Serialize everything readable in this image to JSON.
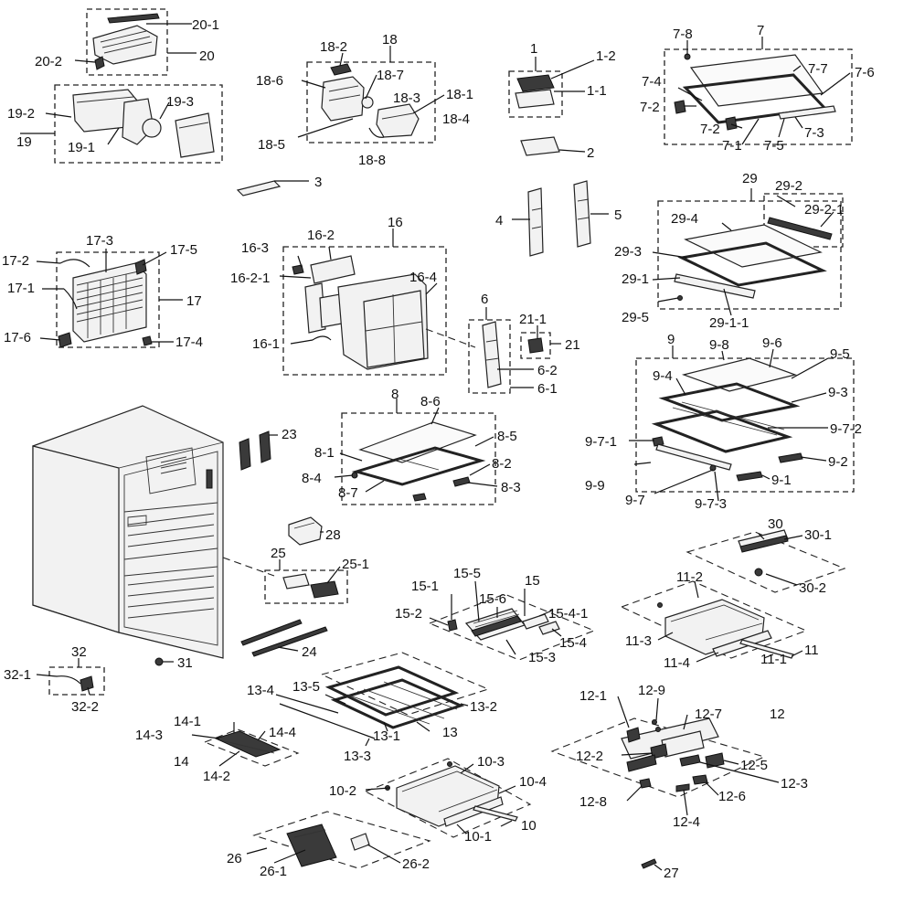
{
  "labels": {
    "l_20_1": "20-1",
    "l_20": "20",
    "l_20_2": "20-2",
    "l_19_2": "19-2",
    "l_19": "19",
    "l_19_1": "19-1",
    "l_19_3": "19-3",
    "l_18": "18",
    "l_18_2": "18-2",
    "l_18_6": "18-6",
    "l_18_7": "18-7",
    "l_18_3": "18-3",
    "l_18_1": "18-1",
    "l_18_4": "18-4",
    "l_18_5": "18-5",
    "l_18_8": "18-8",
    "l_1": "1",
    "l_1_2": "1-2",
    "l_1_1": "1-1",
    "l_2": "2",
    "l_3": "3",
    "l_7_8": "7-8",
    "l_7": "7",
    "l_7_7": "7-7",
    "l_7_6": "7-6",
    "l_7_4": "7-4",
    "l_7_2a": "7-2",
    "l_7_2b": "7-2",
    "l_7_3": "7-3",
    "l_7_1": "7-1",
    "l_7_5": "7-5",
    "l_4": "4",
    "l_5": "5",
    "l_29": "29",
    "l_29_2": "29-2",
    "l_29_2_1": "29-2-1",
    "l_29_4": "29-4",
    "l_29_3": "29-3",
    "l_29_1": "29-1",
    "l_29_5": "29-5",
    "l_29_1_1": "29-1-1",
    "l_17_2": "17-2",
    "l_17_3": "17-3",
    "l_17_5": "17-5",
    "l_17_1": "17-1",
    "l_17": "17",
    "l_17_6": "17-6",
    "l_17_4": "17-4",
    "l_16_3": "16-3",
    "l_16_2": "16-2",
    "l_16": "16",
    "l_16_2_1": "16-2-1",
    "l_16_4": "16-4",
    "l_16_1": "16-1",
    "l_6": "6",
    "l_21_1": "21-1",
    "l_21": "21",
    "l_6_2": "6-2",
    "l_6_1": "6-1",
    "l_9": "9",
    "l_9_8": "9-8",
    "l_9_6": "9-6",
    "l_9_5": "9-5",
    "l_9_4": "9-4",
    "l_9_3": "9-3",
    "l_9_7_2": "9-7-2",
    "l_9_7_1": "9-7-1",
    "l_9_2": "9-2",
    "l_9_9": "9-9",
    "l_9_1": "9-1",
    "l_9_7": "9-7",
    "l_9_7_3": "9-7-3",
    "l_8": "8",
    "l_8_6": "8-6",
    "l_8_5": "8-5",
    "l_8_1": "8-1",
    "l_8_2": "8-2",
    "l_8_4": "8-4",
    "l_8_3": "8-3",
    "l_8_7": "8-7",
    "l_23": "23",
    "l_28": "28",
    "l_25": "25",
    "l_25_1": "25-1",
    "l_24": "24",
    "l_31": "31",
    "l_30": "30",
    "l_30_1": "30-1",
    "l_30_2": "30-2",
    "l_11_2": "11-2",
    "l_11_3": "11-3",
    "l_11": "11",
    "l_11_4": "11-4",
    "l_11_1": "11-1",
    "l_15_1": "15-1",
    "l_15_5": "15-5",
    "l_15": "15",
    "l_15_6": "15-6",
    "l_15_4_1": "15-4-1",
    "l_15_2": "15-2",
    "l_15_4": "15-4",
    "l_15_3": "15-3",
    "l_32": "32",
    "l_32_1": "32-1",
    "l_32_2": "32-2",
    "l_13_4": "13-4",
    "l_13_5": "13-5",
    "l_13_2": "13-2",
    "l_13_1": "13-1",
    "l_13": "13",
    "l_13_3": "13-3",
    "l_14_1": "14-1",
    "l_14_3": "14-3",
    "l_14_4": "14-4",
    "l_14": "14",
    "l_14_2": "14-2",
    "l_12_1": "12-1",
    "l_12_9": "12-9",
    "l_12_7": "12-7",
    "l_12": "12",
    "l_12_2": "12-2",
    "l_12_5": "12-5",
    "l_12_3": "12-3",
    "l_12_8": "12-8",
    "l_12_6": "12-6",
    "l_12_4": "12-4",
    "l_10_3": "10-3",
    "l_10_2": "10-2",
    "l_10_4": "10-4",
    "l_10": "10",
    "l_10_1": "10-1",
    "l_26": "26",
    "l_26_1": "26-1",
    "l_26_2": "26-2",
    "l_27": "27"
  }
}
